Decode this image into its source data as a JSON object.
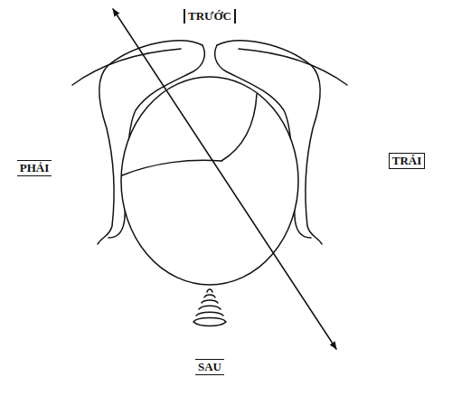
{
  "diagram": {
    "labels": [
      "TRƯỚC",
      "PHẢI",
      "TRÁI",
      "SAU"
    ]
  }
}
